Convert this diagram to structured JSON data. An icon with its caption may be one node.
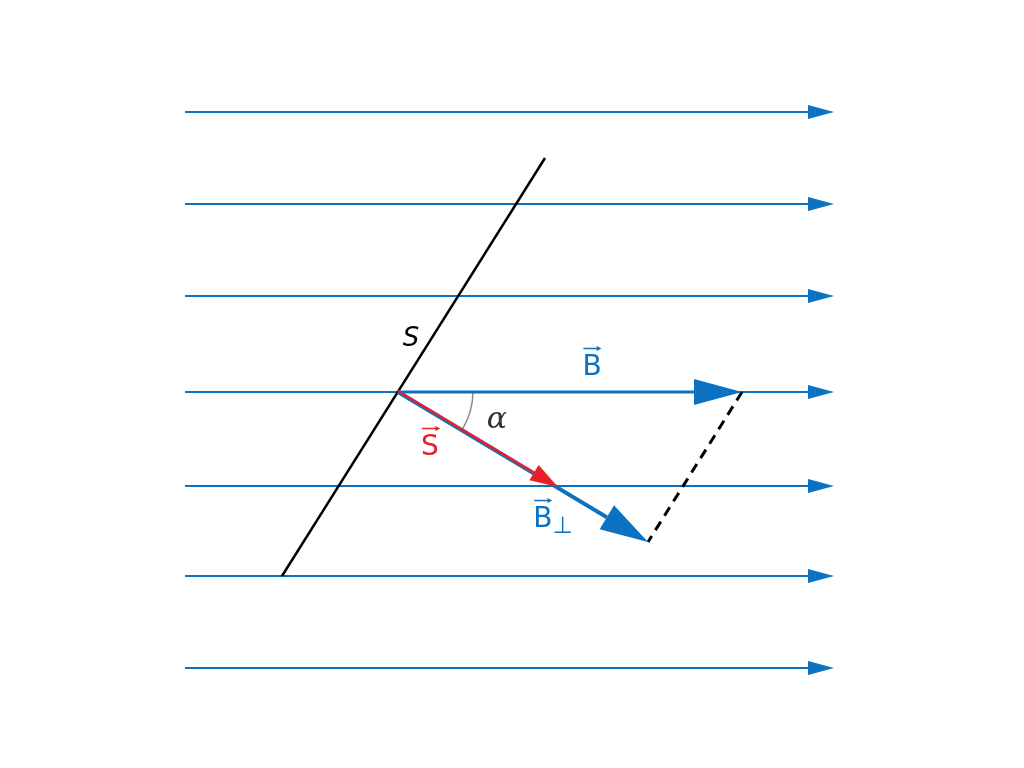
{
  "diagram": {
    "labels": [
      "S",
      "B",
      "α",
      "S",
      "B$_{⊥}$"
    ]
  }
}
